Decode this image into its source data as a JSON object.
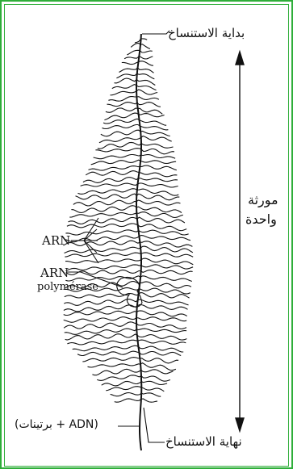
{
  "figure": {
    "labels": {
      "transcription_start": "بداية الاستنساخ",
      "transcription_end": "نهاية الاستنساخ",
      "one_gene_line1": "مورثة",
      "one_gene_line2": "واحدة",
      "arn": "ARN",
      "arn_polymerase_line1": "ARN",
      "arn_polymerase_line2": "polymérase",
      "adn_proteins": "(ADN + برتينات)"
    },
    "colors": {
      "border": "#2fae3a",
      "ink": "#111111"
    }
  }
}
